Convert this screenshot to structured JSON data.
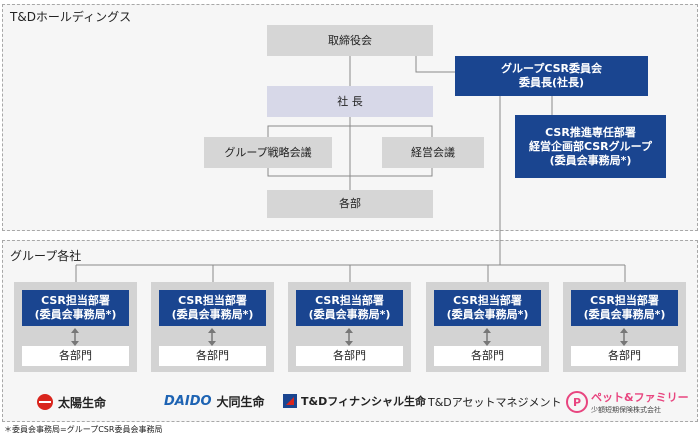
{
  "holdings": {
    "label": "T&Dホールディングス",
    "board": "取締役会",
    "president": "社 長",
    "group_strategy": "グループ戦略会議",
    "management": "経営会議",
    "departments": "各部",
    "csr_committee": {
      "line1": "グループCSR委員会",
      "line2": "委員長(社長)"
    },
    "csr_group": {
      "line1": "CSR推進専任部署",
      "line2": "経営企画部CSRグループ",
      "line3": "(委員会事務局*)"
    }
  },
  "companies": {
    "label": "グループ各社",
    "units": [
      {
        "csr_line1": "CSR担当部署",
        "csr_line2": "(委員会事務局*)",
        "dept": "各部門"
      },
      {
        "csr_line1": "CSR担当部署",
        "csr_line2": "(委員会事務局*)",
        "dept": "各部門"
      },
      {
        "csr_line1": "CSR担当部署",
        "csr_line2": "(委員会事務局*)",
        "dept": "各部門"
      },
      {
        "csr_line1": "CSR担当部署",
        "csr_line2": "(委員会事務局*)",
        "dept": "各部門"
      },
      {
        "csr_line1": "CSR担当部署",
        "csr_line2": "(委員会事務局*)",
        "dept": "各部門"
      }
    ]
  },
  "logos": {
    "taiyo": "太陽生命",
    "daido_mark": "DAIDO",
    "daido": "大同生命",
    "financial": "T&Dフィナンシャル生命",
    "asset": "T&Dアセットマネジメント",
    "pet_mark": "P",
    "pet": "ペット&ファミリー",
    "pet_sub": "少額短期保険株式会社"
  },
  "footnote": "＊委員会事務局=グループCSR委員会事務局",
  "colors": {
    "navy": "#1a4590",
    "gray_box": "#d6d6d6",
    "lavender": "#d7d8e8",
    "region_bg": "#f6f6f6",
    "taiyo_red": "#d9251d",
    "daido_blue": "#1d63b3",
    "pet_pink": "#e8457f"
  }
}
